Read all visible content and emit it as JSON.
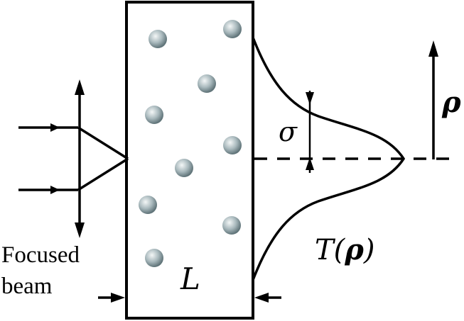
{
  "labels": {
    "focused_line1": "Focused",
    "focused_line2": "beam",
    "length": "L",
    "sigma": "σ",
    "transmission_prefix": "T(",
    "transmission_var": "ρ",
    "transmission_suffix": ")",
    "rho_axis": "ρ"
  },
  "colors": {
    "ink": "#000000",
    "particle_light": "#f4f7f7",
    "particle_mid": "#a9b9bd",
    "particle_dark": "#5f7378"
  },
  "icons": [
    "arrow-up-icon",
    "arrow-down-icon",
    "arrow-right-icon",
    "arrow-left-icon",
    "particle-sphere-icon"
  ]
}
